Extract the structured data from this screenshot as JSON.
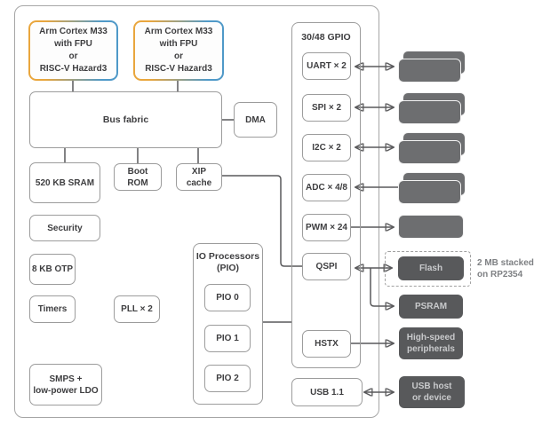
{
  "chip": {
    "cpu0": "Arm Cortex M33\nwith FPU\nor\nRISC-V Hazard3",
    "cpu1": "Arm Cortex M33\nwith FPU\nor\nRISC-V Hazard3",
    "bus_fabric": "Bus fabric",
    "dma": "DMA",
    "sram": "520 KB SRAM",
    "boot_rom": "Boot\nROM",
    "xip_cache": "XIP\ncache",
    "security": "Security",
    "otp": "8 KB OTP",
    "timers": "Timers",
    "pll": "PLL × 2",
    "smps": "SMPS +\nlow-power LDO",
    "pio": {
      "title": "IO Processors\n(PIO)",
      "pio0": "PIO 0",
      "pio1": "PIO 1",
      "pio2": "PIO 2"
    },
    "gpio": {
      "title": "30/48 GPIO",
      "uart": "UART × 2",
      "spi": "SPI × 2",
      "i2c": "I2C × 2",
      "adc": "ADC × 4/8",
      "pwm": "PWM × 24",
      "qspi": "QSPI",
      "hstx": "HSTX"
    },
    "usb": "USB 1.1"
  },
  "external": {
    "flash": "Flash",
    "flash_note": "2 MB stacked\non RP2354",
    "psram": "PSRAM",
    "hs_peripherals": "High-speed\nperipherals",
    "usb_host": "USB host\nor device"
  },
  "colors": {
    "cpu_gradient_left": "#e9a63d",
    "cpu_gradient_right": "#4f99c8",
    "box_border": "#9c9c9c",
    "chip_border": "#a6a6a6",
    "wire": "#59595b",
    "gray_fill": "#6d6e70",
    "dark_fill": "#58595b",
    "dark_text": "#c9cacc",
    "label_text": "#3e3e40",
    "note_text": "#7e8083"
  }
}
